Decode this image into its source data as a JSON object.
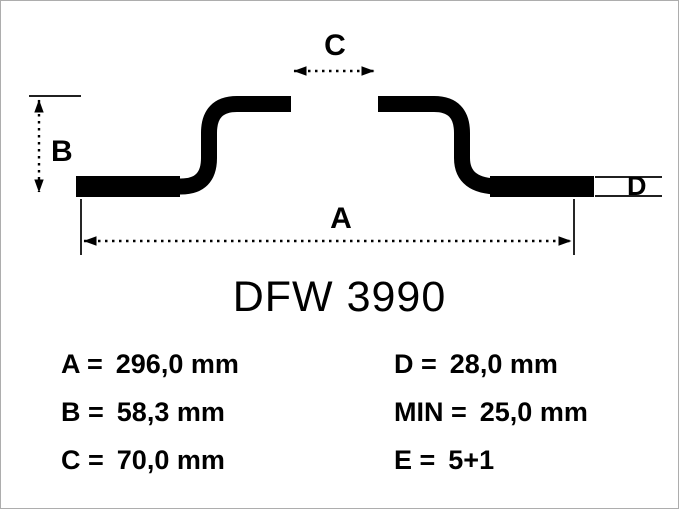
{
  "title": "DFW 3990",
  "colors": {
    "ink": "#000000",
    "background": "#ffffff"
  },
  "diagram": {
    "dim_a": "A",
    "dim_b": "B",
    "dim_c": "C",
    "dim_d": "D"
  },
  "specs": {
    "left": [
      {
        "label": "A =",
        "value": "296,0 mm"
      },
      {
        "label": "B =",
        "value": "58,3 mm"
      },
      {
        "label": "C =",
        "value": "70,0 mm"
      }
    ],
    "right": [
      {
        "label": "D =",
        "value": "28,0 mm"
      },
      {
        "label": "MIN =",
        "value": "25,0 mm"
      },
      {
        "label": "E =",
        "value": "5+1"
      }
    ]
  }
}
